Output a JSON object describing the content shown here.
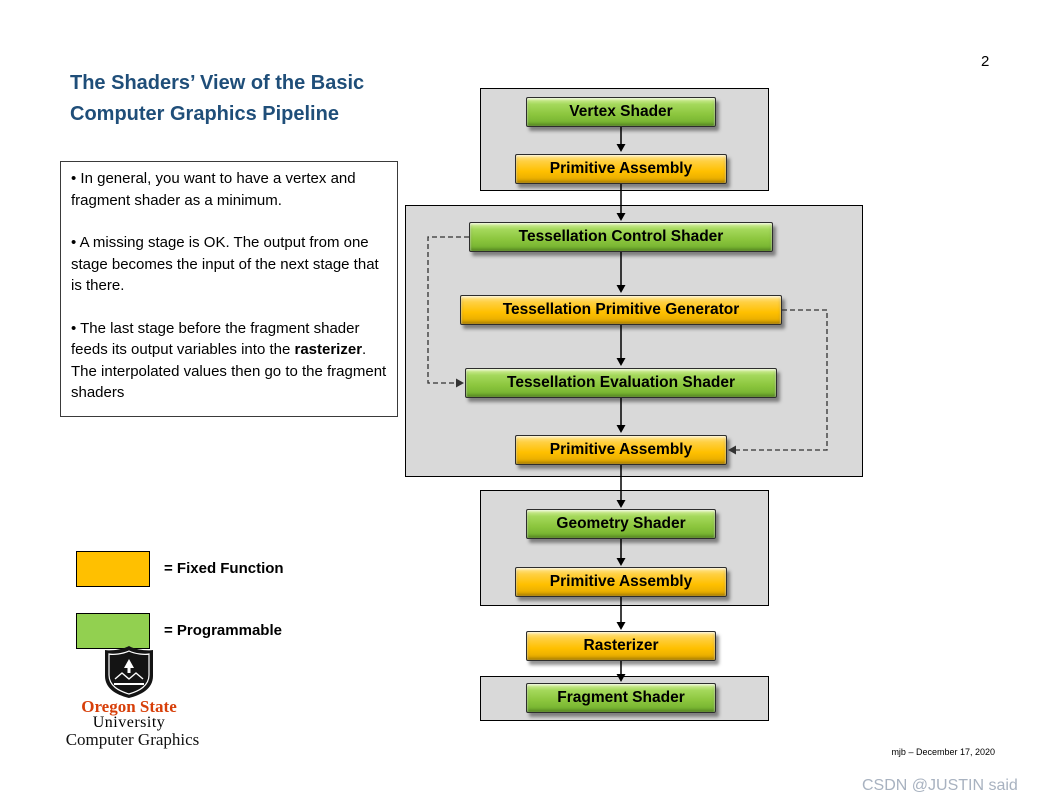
{
  "page": {
    "number": "2",
    "title_line1": "The Shaders’ View of the Basic",
    "title_line2": "Computer Graphics Pipeline",
    "footer": "mjb – December 17, 2020",
    "watermark": "CSDN @JUSTIN said"
  },
  "notes": {
    "bullet1": "• In general, you want to have a vertex and fragment shader as a minimum.",
    "bullet2": "• A missing stage is OK.  The output from one stage becomes the input of the next stage that is there.",
    "bullet3_pre": "• The last stage before the fragment shader feeds its output variables into the ",
    "bullet3_bold": "rasterizer",
    "bullet3_post": ".  The interpolated values then go to the fragment shaders"
  },
  "legend": {
    "fixed_label": "= Fixed Function",
    "fixed_color": "#FFC000",
    "programmable_label": "= Programmable",
    "programmable_color": "#92D050"
  },
  "branding": {
    "university_line1": "Oregon State",
    "university_line2": "University",
    "caption": "Computer Graphics"
  },
  "pipeline": {
    "stages": [
      {
        "label": "Vertex Shader",
        "type": "programmable"
      },
      {
        "label": "Primitive Assembly",
        "type": "fixed"
      },
      {
        "label": "Tessellation Control Shader",
        "type": "programmable"
      },
      {
        "label": "Tessellation Primitive Generator",
        "type": "fixed"
      },
      {
        "label": "Tessellation Evaluation Shader",
        "type": "programmable"
      },
      {
        "label": "Primitive Assembly",
        "type": "fixed"
      },
      {
        "label": "Geometry Shader",
        "type": "programmable"
      },
      {
        "label": "Primitive Assembly",
        "type": "fixed"
      },
      {
        "label": "Rasterizer",
        "type": "fixed"
      },
      {
        "label": "Fragment Shader",
        "type": "programmable"
      }
    ]
  }
}
